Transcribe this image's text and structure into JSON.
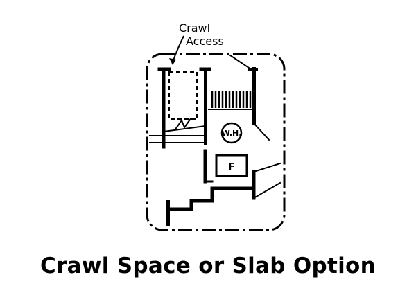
{
  "callout": {
    "line1": "Crawl",
    "line2": "Access"
  },
  "fixtures": {
    "water_heater": "W.H.",
    "furnace": "F"
  },
  "caption": "Crawl Space or Slab Option",
  "colors": {
    "ink": "#000000",
    "paper": "#ffffff"
  }
}
